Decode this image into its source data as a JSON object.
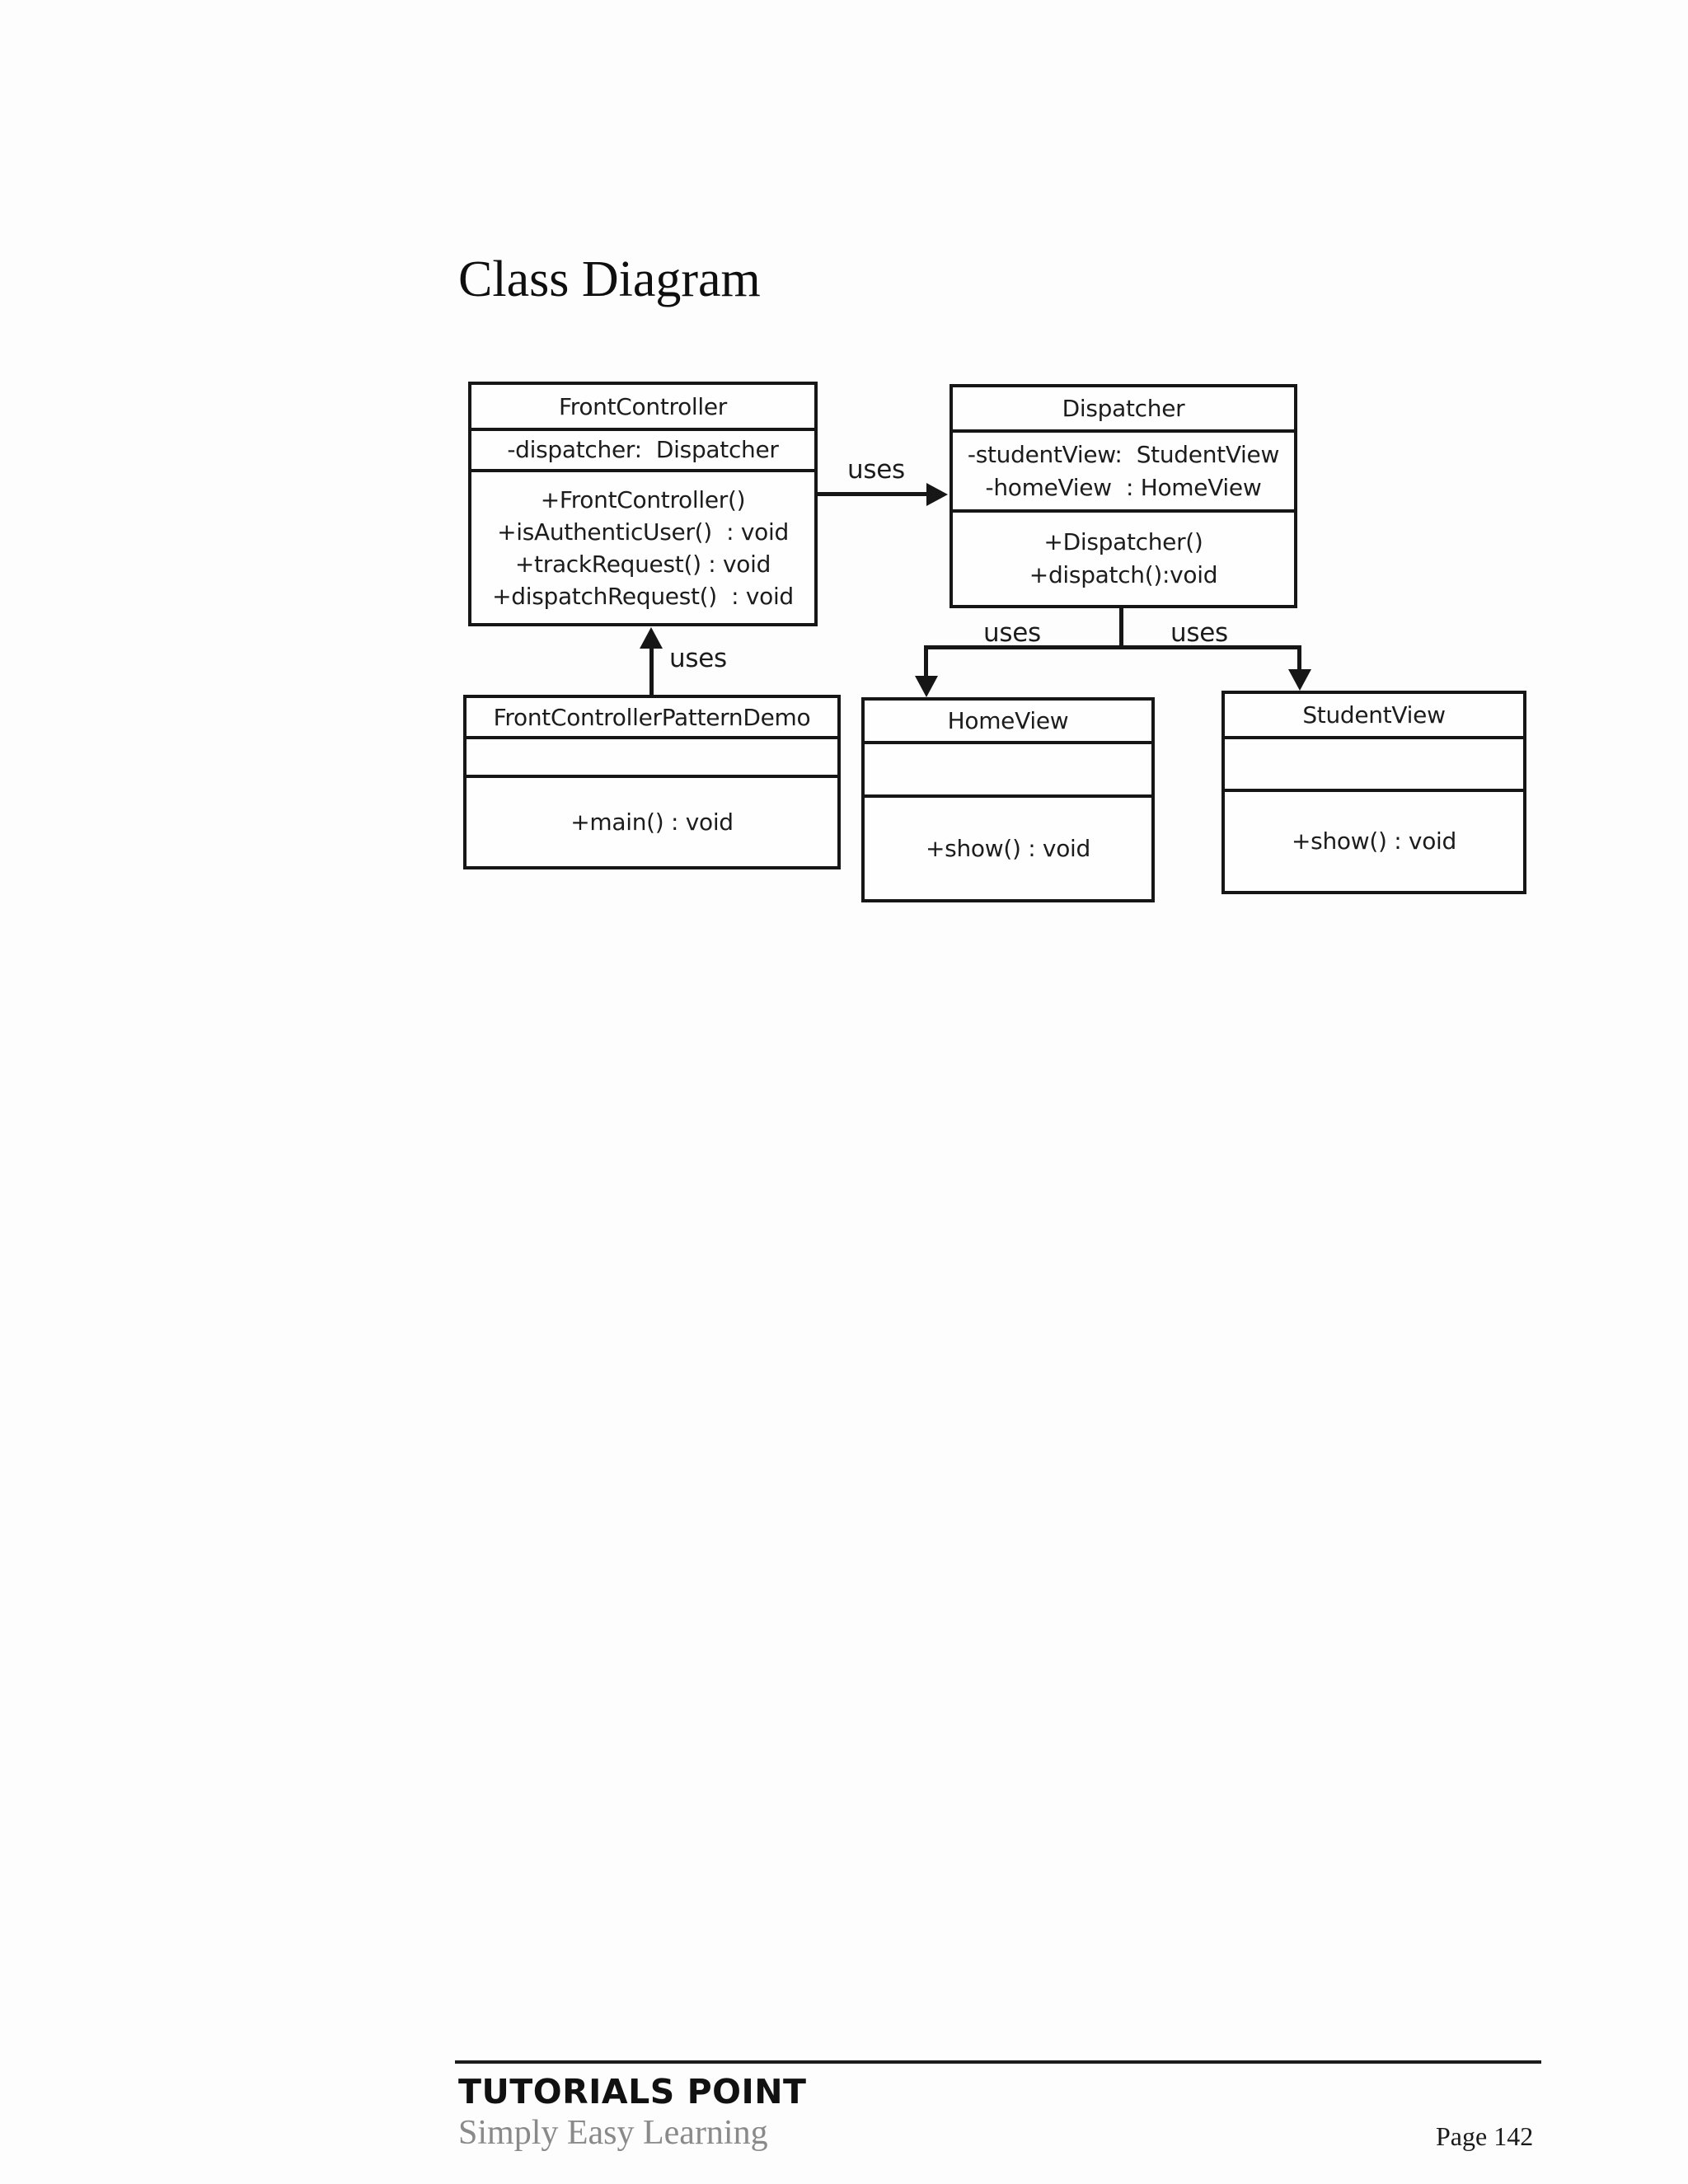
{
  "page": {
    "title": "Class Diagram",
    "footer": {
      "brand": "TUTORIALS POINT",
      "tagline": "Simply Easy Learning",
      "page_number": "Page 142"
    }
  },
  "diagram": {
    "type": "uml-class-diagram",
    "colors": {
      "line": "#161616",
      "text": "#1c1c1c",
      "background": "#fefefe"
    },
    "classes": [
      {
        "name": "FrontController",
        "attributes": [
          "-dispatcher:  Dispatcher"
        ],
        "methods": [
          "+FrontController()",
          "+isAuthenticUser()  : void",
          "+trackRequest() : void",
          "+dispatchRequest()  : void"
        ]
      },
      {
        "name": "Dispatcher",
        "attributes": [
          "-studentView:  StudentView",
          "-homeView  : HomeView"
        ],
        "methods": [
          "+Dispatcher()",
          "+dispatch():void"
        ]
      },
      {
        "name": "FrontControllerPatternDemo",
        "attributes": [],
        "methods": [
          "+main() : void"
        ]
      },
      {
        "name": "HomeView",
        "attributes": [],
        "methods": [
          "+show() : void"
        ]
      },
      {
        "name": "StudentView",
        "attributes": [],
        "methods": [
          "+show() : void"
        ]
      }
    ],
    "relationships": [
      {
        "from": "FrontController",
        "to": "Dispatcher",
        "label": "uses"
      },
      {
        "from": "FrontControllerPatternDemo",
        "to": "FrontController",
        "label": "uses"
      },
      {
        "from": "Dispatcher",
        "to": "HomeView",
        "label": "uses"
      },
      {
        "from": "Dispatcher",
        "to": "StudentView",
        "label": "uses"
      }
    ]
  }
}
